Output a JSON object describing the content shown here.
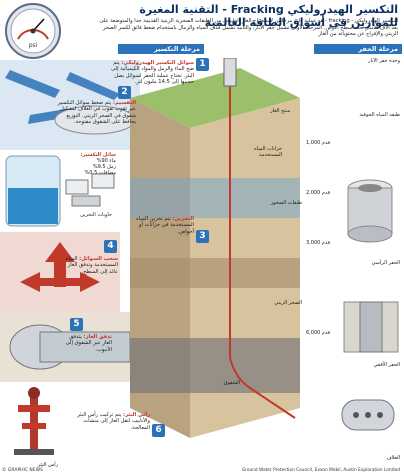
{
  "header": {
    "title": "التكسير الهيدروليكي Fracking - التقنية المغيرة للموازين في أسواق الطاقة العالمية",
    "intro": "التكسير الهيدروليكي - fracking - هو عملية ذات مرحلتين لاستخراج الغاز الطبيعي من الطبقات الصخرية الزيتية القديمة جدا والمتوضعة على بعد آلاف الأمتار تحت سطح الأرض. المرحلة الأولى تشمل حفر الآبار، والثانية تشمل قذف المياه والرمال باستخدام ضغط فائق لكسر الصخر الزيتي والإفراج عن محتوياته من الغاز"
  },
  "sections": {
    "drilling": "مرحلة الحفر",
    "fracking": "مرحلة التكسير الهيدروليكي"
  },
  "gauge": {
    "label": "psi"
  },
  "steps": {
    "s1": {
      "num": "1",
      "title": "سوائل التكسير الهيدروليكي:",
      "text": "يتم ضخ الماء والرمل والمواد الكيميائية إلى البئر. تحتاج عملية الحفر لسوائل يصل حجمها إلى 14.5 مليون لتر."
    },
    "s2": {
      "num": "2",
      "title": "التقسيم:",
      "text": "يتم ضغط سوائل التكسير عبر ثقوب ثقوب في الغلاف لتشكيل شقوق في الصخر الزيتي. التوزيع يحافظ على الشقوق مفتوحة."
    },
    "s3": {
      "num": "3",
      "title": "التخزين:",
      "text": "يتم تخزين المياه المستخدمة في خزانات أو أحواض."
    },
    "s4": {
      "num": "4",
      "title": "سحب السوائل:",
      "text": "المياه المستخدمة وتدفق الغاز عائد إلى السطح."
    },
    "s5": {
      "num": "5",
      "title": "تدفق الغاز:",
      "text": "يتدفق الغاز عبر الشقوق إلى الأنبوب."
    },
    "s6": {
      "num": "6",
      "title": "رأس البئر:",
      "text": "يتم تركيب رأس البئر والأنابيب لنقل الغاز إلى منشآت المعالجة."
    }
  },
  "fluid": {
    "title": "سائل التكسير:",
    "rows": [
      "ماء 90%",
      "رمل 9.5%",
      "مضافات 0.5%"
    ]
  },
  "drill_notes": {
    "rig": "وحدة حفر الآبار",
    "gas_plant": "منتج الغاز",
    "water_tanks": "خزانات المياه المستخدمة",
    "storage": "حاويات التخزين",
    "aquifer": "طبقة المياه الجوفية",
    "vertical": "الحفر الرأسي",
    "horizontal": "الحفر الأفقي",
    "casing": "الغلاف"
  },
  "depths": {
    "aquifer_depth": "1,000 قدم",
    "d1": "2,000 قدم",
    "d2": "3,000 قدم",
    "d3": "6,000 قدم"
  },
  "labels": {
    "rock_layers": "طبقات الصخور",
    "shale": "الصخر الزيتي",
    "wellhead": "رأس البئر",
    "fractures": "الشقوق"
  },
  "footer": {
    "credit": "© GRAPHIC NEWS",
    "source": "Ground Water Protection Council, Exxon Mobil, Austin Exploration Limited"
  },
  "colors": {
    "accent": "#2b72b8",
    "title": "#0b2f5e",
    "red": "#c0392b"
  }
}
